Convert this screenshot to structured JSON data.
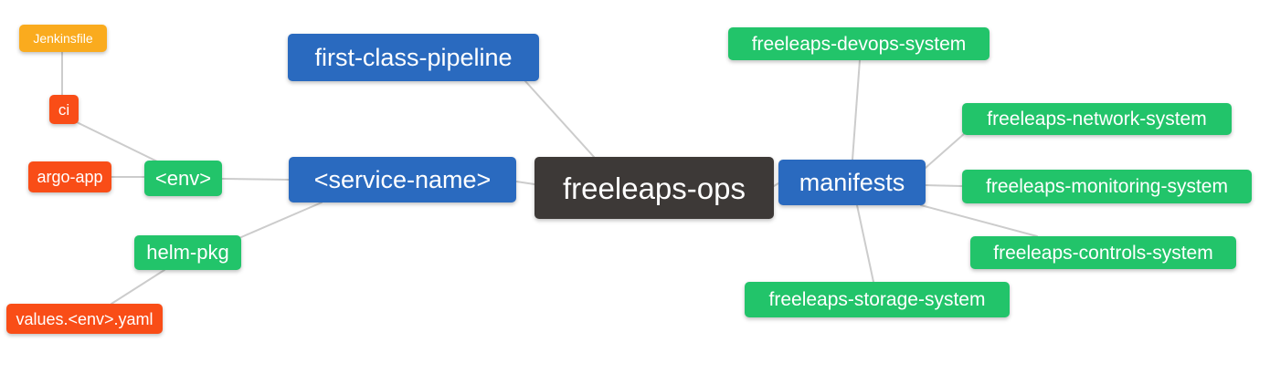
{
  "diagram": {
    "type": "mindmap",
    "root_label": "freeleaps-ops",
    "edge_color": "#cccccc",
    "text_color": "#ffffff",
    "palette": {
      "blue": "#2a6abf",
      "green": "#22c46a",
      "red": "#f94d17",
      "amber": "#faab1e",
      "dark": "#3d3937"
    },
    "nodes": [
      {
        "id": "jenkinsfile",
        "label": "Jenkinsfile",
        "color": "amber"
      },
      {
        "id": "ci",
        "label": "ci",
        "color": "red"
      },
      {
        "id": "argo-app",
        "label": "argo-app",
        "color": "red"
      },
      {
        "id": "env",
        "label": "<env>",
        "color": "green"
      },
      {
        "id": "helm-pkg",
        "label": "helm-pkg",
        "color": "green"
      },
      {
        "id": "values-env-yaml",
        "label": "values.<env>.yaml",
        "color": "red"
      },
      {
        "id": "first-class-pipeline",
        "label": "first-class-pipeline",
        "color": "blue"
      },
      {
        "id": "service-name",
        "label": "<service-name>",
        "color": "blue"
      },
      {
        "id": "freeleaps-ops",
        "label": "freeleaps-ops",
        "color": "dark"
      },
      {
        "id": "manifests",
        "label": "manifests",
        "color": "blue"
      },
      {
        "id": "freeleaps-devops-system",
        "label": "freeleaps-devops-system",
        "color": "green"
      },
      {
        "id": "freeleaps-network-system",
        "label": "freeleaps-network-system",
        "color": "green"
      },
      {
        "id": "freeleaps-monitoring-system",
        "label": "freeleaps-monitoring-system",
        "color": "green"
      },
      {
        "id": "freeleaps-controls-system",
        "label": "freeleaps-controls-system",
        "color": "green"
      },
      {
        "id": "freeleaps-storage-system",
        "label": "freeleaps-storage-system",
        "color": "green"
      }
    ],
    "edges": [
      [
        "jenkinsfile",
        "ci"
      ],
      [
        "ci",
        "env"
      ],
      [
        "argo-app",
        "env"
      ],
      [
        "env",
        "service-name"
      ],
      [
        "service-name",
        "helm-pkg"
      ],
      [
        "helm-pkg",
        "values-env-yaml"
      ],
      [
        "first-class-pipeline",
        "freeleaps-ops"
      ],
      [
        "service-name",
        "freeleaps-ops"
      ],
      [
        "freeleaps-ops",
        "manifests"
      ],
      [
        "manifests",
        "freeleaps-devops-system"
      ],
      [
        "manifests",
        "freeleaps-network-system"
      ],
      [
        "manifests",
        "freeleaps-monitoring-system"
      ],
      [
        "manifests",
        "freeleaps-controls-system"
      ],
      [
        "manifests",
        "freeleaps-storage-system"
      ]
    ]
  }
}
